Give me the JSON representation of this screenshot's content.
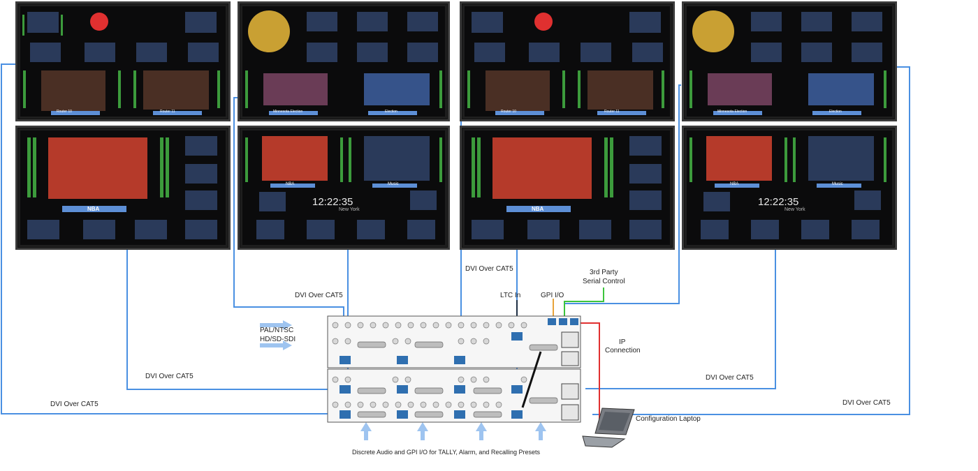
{
  "labels": {
    "dvi_a": "DVI Over CAT5",
    "dvi_b": "DVI Over CAT5",
    "dvi_c": "DVI Over CAT5",
    "dvi_d": "DVI Over CAT5",
    "dvi_e": "DVI Over CAT5",
    "input_formats_line1": "PAL/NTSC",
    "input_formats_line2": "HD/SD-SDI",
    "ltc_in": "LTC In",
    "gpi_io": "GPI I/O",
    "third_party_line1": "3rd Party",
    "third_party_line2": "Serial Control",
    "ip_line1": "IP",
    "ip_line2": "Connection",
    "config_laptop": "Configuration Laptop",
    "bottom_caption": "Discrete Audio and GPI I/O for TALLY, Alarm, and Recalling Presets"
  },
  "monitors": {
    "m1": {
      "tiles": [
        "Router 10",
        "Router 11"
      ]
    },
    "m2": {
      "tiles": [
        "Minnesota Election",
        "Election"
      ]
    },
    "m3": {
      "tiles": [
        "Router 10",
        "Router 11"
      ]
    },
    "m4": {
      "tiles": [
        "Minnesota Election",
        "Election"
      ]
    },
    "m5": {
      "tiles": [
        "NBA"
      ]
    },
    "m6": {
      "tiles": [
        "NBA",
        "Music"
      ],
      "clock": "12:22:35",
      "city": "New York"
    },
    "m7": {
      "tiles": [
        "NBA"
      ]
    },
    "m8": {
      "tiles": [
        "NBA",
        "Music"
      ],
      "clock": "12:22:35",
      "city": "New York"
    }
  },
  "colors": {
    "cable_blue": "#4a90e2",
    "green_serial": "#3cc43c",
    "orange_gpi": "#e8a33a",
    "red_ip": "#e03030",
    "arrow_blue": "#9ec4f0"
  }
}
